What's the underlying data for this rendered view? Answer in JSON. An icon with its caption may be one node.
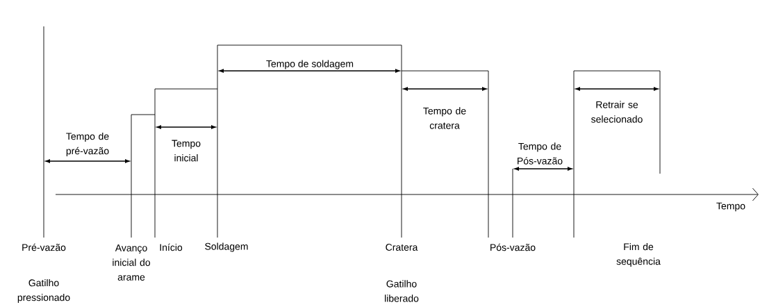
{
  "diagram": {
    "labels": [
      "Tempo de soldagem",
      "Tempo de cratera",
      "Retrair se selecionado",
      "Tempo de pré-vazão",
      "Tempo inicial",
      "Tempo de Pós-vazão",
      "Tempo",
      "Pré-vazão",
      "Avanço inicial do arame",
      "Início",
      "Soldagem",
      "Cratera",
      "Pós-vazão",
      "Fim de sequência",
      "Gatilho pressionado",
      "Gatilho liberado"
    ]
  }
}
